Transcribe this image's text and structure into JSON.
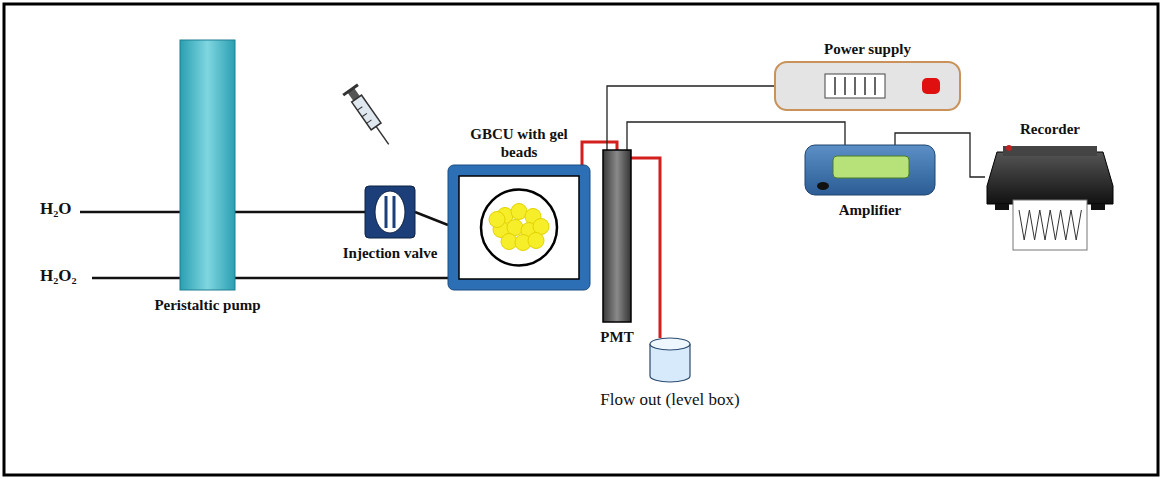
{
  "diagram": {
    "nodes": [
      {
        "text": [
          "Peristaltic pump"
        ]
      },
      {
        "text": [
          "Injection valve"
        ]
      },
      {
        "text": [
          "GBCU with gel beads"
        ]
      },
      {
        "text": [
          "PMT"
        ]
      },
      {
        "text": [
          "Flow out (level box)"
        ]
      },
      {
        "text": [
          "Power supply"
        ]
      },
      {
        "text": [
          "Amplifier"
        ]
      },
      {
        "text": [
          "Recorder"
        ]
      }
    ],
    "edges": [
      {
        "from": 0,
        "to": 1,
        "arrow": "none"
      },
      {
        "from": 1,
        "to": 2,
        "arrow": "none"
      },
      {
        "from": 0,
        "to": 2,
        "arrow": "none"
      },
      {
        "from": 2,
        "to": 3,
        "arrow": "none"
      },
      {
        "from": 3,
        "to": 4,
        "arrow": "none"
      },
      {
        "from": 3,
        "to": 5,
        "arrow": "none"
      },
      {
        "from": 3,
        "to": 6,
        "arrow": "none"
      },
      {
        "from": 6,
        "to": 7,
        "arrow": "none"
      }
    ],
    "labels": [
      "H₂O",
      "H₂O₂"
    ]
  }
}
